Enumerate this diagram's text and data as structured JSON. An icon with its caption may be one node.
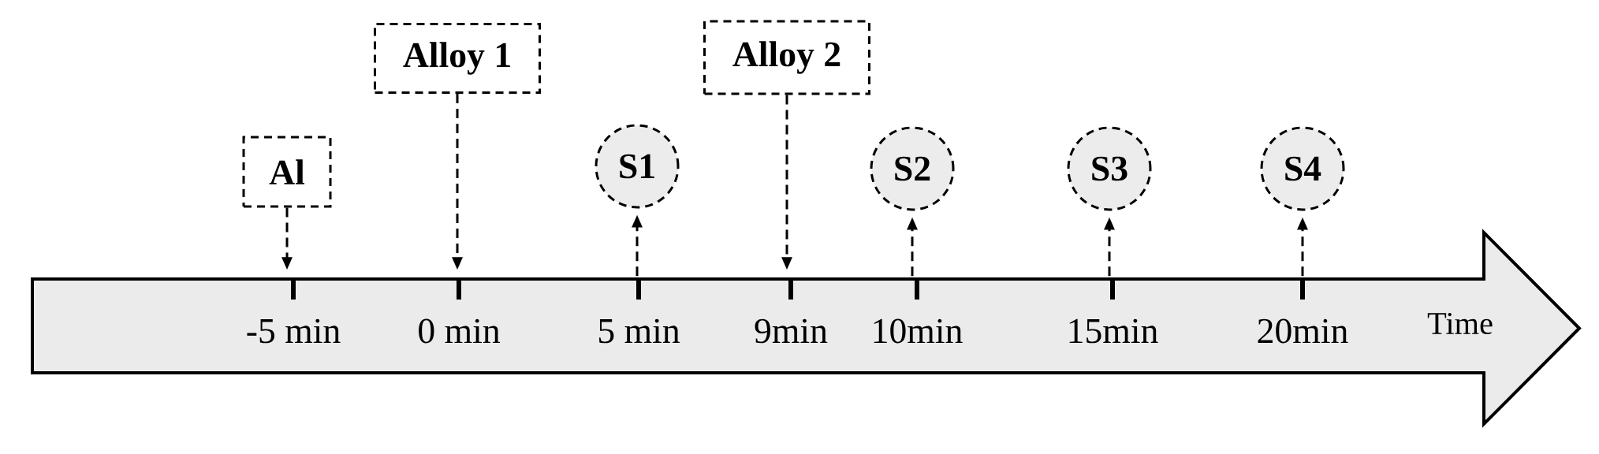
{
  "diagram": {
    "nodes": [
      {
        "text": [
          "Al"
        ]
      },
      {
        "text": [
          "Alloy 1"
        ]
      },
      {
        "text": [
          "S1"
        ]
      },
      {
        "text": [
          "Alloy 2"
        ]
      },
      {
        "text": [
          "S2"
        ]
      },
      {
        "text": [
          "S3"
        ]
      },
      {
        "text": [
          "S4"
        ]
      },
      {
        "text": [
          "Time"
        ]
      }
    ],
    "edges": [
      {
        "from": 0,
        "to": 7,
        "arrow": "to",
        "style": "dashed"
      },
      {
        "from": 1,
        "to": 7,
        "arrow": "to",
        "style": "dashed"
      },
      {
        "from": 7,
        "to": 2,
        "arrow": "to",
        "style": "dashed"
      },
      {
        "from": 3,
        "to": 7,
        "arrow": "to",
        "style": "dashed"
      },
      {
        "from": 7,
        "to": 4,
        "arrow": "to",
        "style": "dashed"
      },
      {
        "from": 7,
        "to": 5,
        "arrow": "to",
        "style": "dashed"
      },
      {
        "from": 7,
        "to": 6,
        "arrow": "to",
        "style": "dashed"
      }
    ],
    "labels": [
      "-5 min",
      "0 min",
      "5 min",
      "9min",
      "10min",
      "15min",
      "20min"
    ]
  }
}
